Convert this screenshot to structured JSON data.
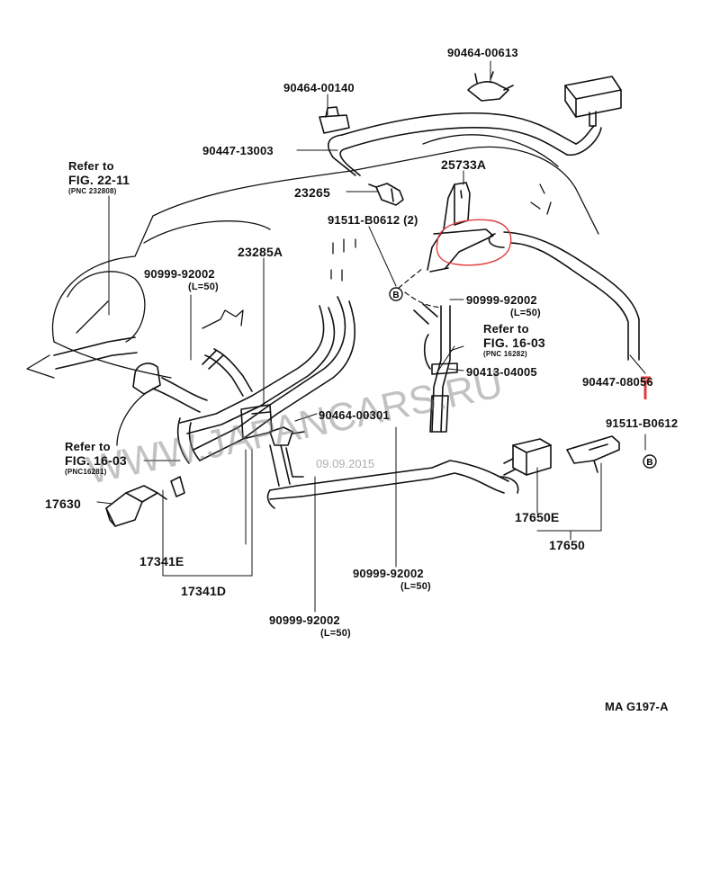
{
  "parts": {
    "p90464_00613": "90464-00613",
    "p90464_00140": "90464-00140",
    "p90447_13003": "90447-13003",
    "p25733A": "25733A",
    "p23265": "23265",
    "p91511_B0612_2": "91511-B0612 (2)",
    "p23285A": "23285A",
    "p90999_92002_top": "90999-92002",
    "p90999_92002_top_len": "(L=50)",
    "p90999_92002_left": "90999-92002",
    "p90999_92002_left_len": "(L=50)",
    "p90413_04005": "90413-04005",
    "p90447_08056": "90447-08056",
    "p91511_B0612": "91511-B0612",
    "p90464_00301": "90464-00301",
    "p17630": "17630",
    "p17341E": "17341E",
    "p17341D": "17341D",
    "p17650E": "17650E",
    "p17650": "17650",
    "p90999_92002_mid": "90999-92002",
    "p90999_92002_mid_len": "(L=50)",
    "p90999_92002_bot": "90999-92002",
    "p90999_92002_bot_len": "(L=50)"
  },
  "refs": {
    "r1_line1": "Refer to",
    "r1_line2": "FIG. 22-11",
    "r1_pnc": "(PNC 232808)",
    "r2_line1": "Refer to",
    "r2_line2": "FIG. 16-03",
    "r2_pnc": "(PNC 16282)",
    "r3_line1": "Refer to",
    "r3_line2": "FIG. 16-03",
    "r3_pnc": "(PNC16281)"
  },
  "markers": {
    "b": "B"
  },
  "watermark": {
    "site": "WWW.JAPANCARS.RU",
    "date": "09.09.2015"
  },
  "footer": {
    "code": "MA  G197-A"
  },
  "colors": {
    "ink": "#111111",
    "annotation": "#e23b3b",
    "watermark": "#8a8a8a"
  }
}
